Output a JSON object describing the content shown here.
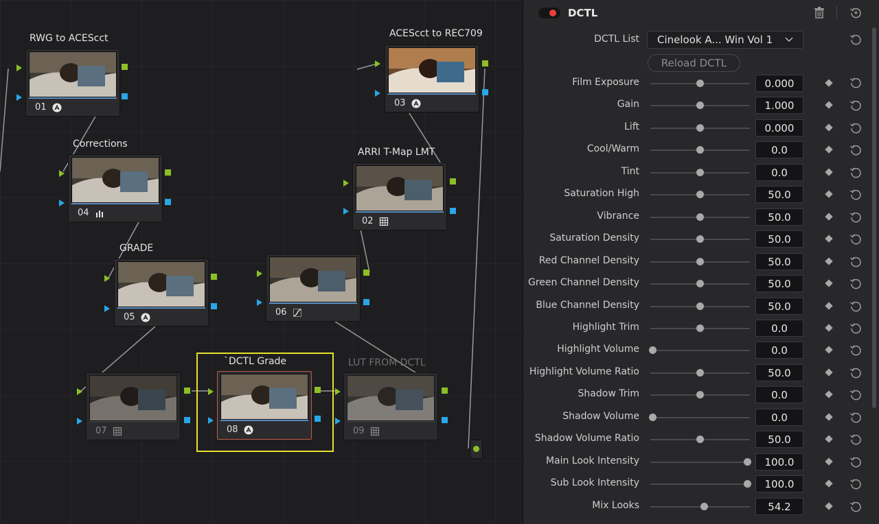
{
  "graph": {
    "nodes": [
      {
        "id": "01",
        "label": "RWG to ACEScct",
        "icon": "aces-icon"
      },
      {
        "id": "03",
        "label": "ACEScct to REC709",
        "icon": "aces-icon"
      },
      {
        "id": "04",
        "label": "Corrections",
        "icon": "curves-bars-icon"
      },
      {
        "id": "02",
        "label": "ARRI T-Map LMT",
        "icon": "lut-grid-icon"
      },
      {
        "id": "05",
        "label": "GRADE",
        "icon": "aces-icon"
      },
      {
        "id": "06",
        "label": "",
        "icon": "curve-icon"
      },
      {
        "id": "07",
        "label": "",
        "icon": "lut-grid-icon"
      },
      {
        "id": "08",
        "label": "`DCTL Grade",
        "icon": "aces-icon",
        "selected": true
      },
      {
        "id": "09",
        "label": "LUT FROM DCTL",
        "icon": "lut-grid-icon",
        "disabled": true
      }
    ]
  },
  "panel": {
    "title": "DCTL",
    "enabled": true,
    "dctl_list_label": "DCTL List",
    "dctl_list_value": "Cinelook A... Win Vol 1",
    "reload_label": "Reload DCTL",
    "params": [
      {
        "label": "Film Exposure",
        "value": "0.000",
        "pos": 0.5
      },
      {
        "label": "Gain",
        "value": "1.000",
        "pos": 0.5
      },
      {
        "label": "Lift",
        "value": "0.000",
        "pos": 0.5
      },
      {
        "label": "Cool/Warm",
        "value": "0.0",
        "pos": 0.5
      },
      {
        "label": "Tint",
        "value": "0.0",
        "pos": 0.5
      },
      {
        "label": "Saturation High",
        "value": "50.0",
        "pos": 0.5
      },
      {
        "label": "Vibrance",
        "value": "50.0",
        "pos": 0.5
      },
      {
        "label": "Saturation Density",
        "value": "50.0",
        "pos": 0.5
      },
      {
        "label": "Red Channel Density",
        "value": "50.0",
        "pos": 0.5
      },
      {
        "label": "Green Channel Density",
        "value": "50.0",
        "pos": 0.5
      },
      {
        "label": "Blue Channel Density",
        "value": "50.0",
        "pos": 0.5
      },
      {
        "label": "Highlight Trim",
        "value": "0.0",
        "pos": 0.5
      },
      {
        "label": "Highlight Volume",
        "value": "0.0",
        "pos": 0.0
      },
      {
        "label": "Highlight Volume Ratio",
        "value": "50.0",
        "pos": 0.5
      },
      {
        "label": "Shadow Trim",
        "value": "0.0",
        "pos": 0.5
      },
      {
        "label": "Shadow Volume",
        "value": "0.0",
        "pos": 0.0
      },
      {
        "label": "Shadow Volume Ratio",
        "value": "50.0",
        "pos": 0.5
      },
      {
        "label": "Main Look Intensity",
        "value": "100.0",
        "pos": 1.0
      },
      {
        "label": "Sub Look Intensity",
        "value": "100.0",
        "pos": 1.0
      },
      {
        "label": "Mix Looks",
        "value": "54.2",
        "pos": 0.542
      }
    ]
  },
  "colors": {
    "accent_green": "#8cc025",
    "accent_blue": "#29a7e6",
    "selection_yellow": "#e8e02c",
    "toggle_red": "#e5413a"
  }
}
